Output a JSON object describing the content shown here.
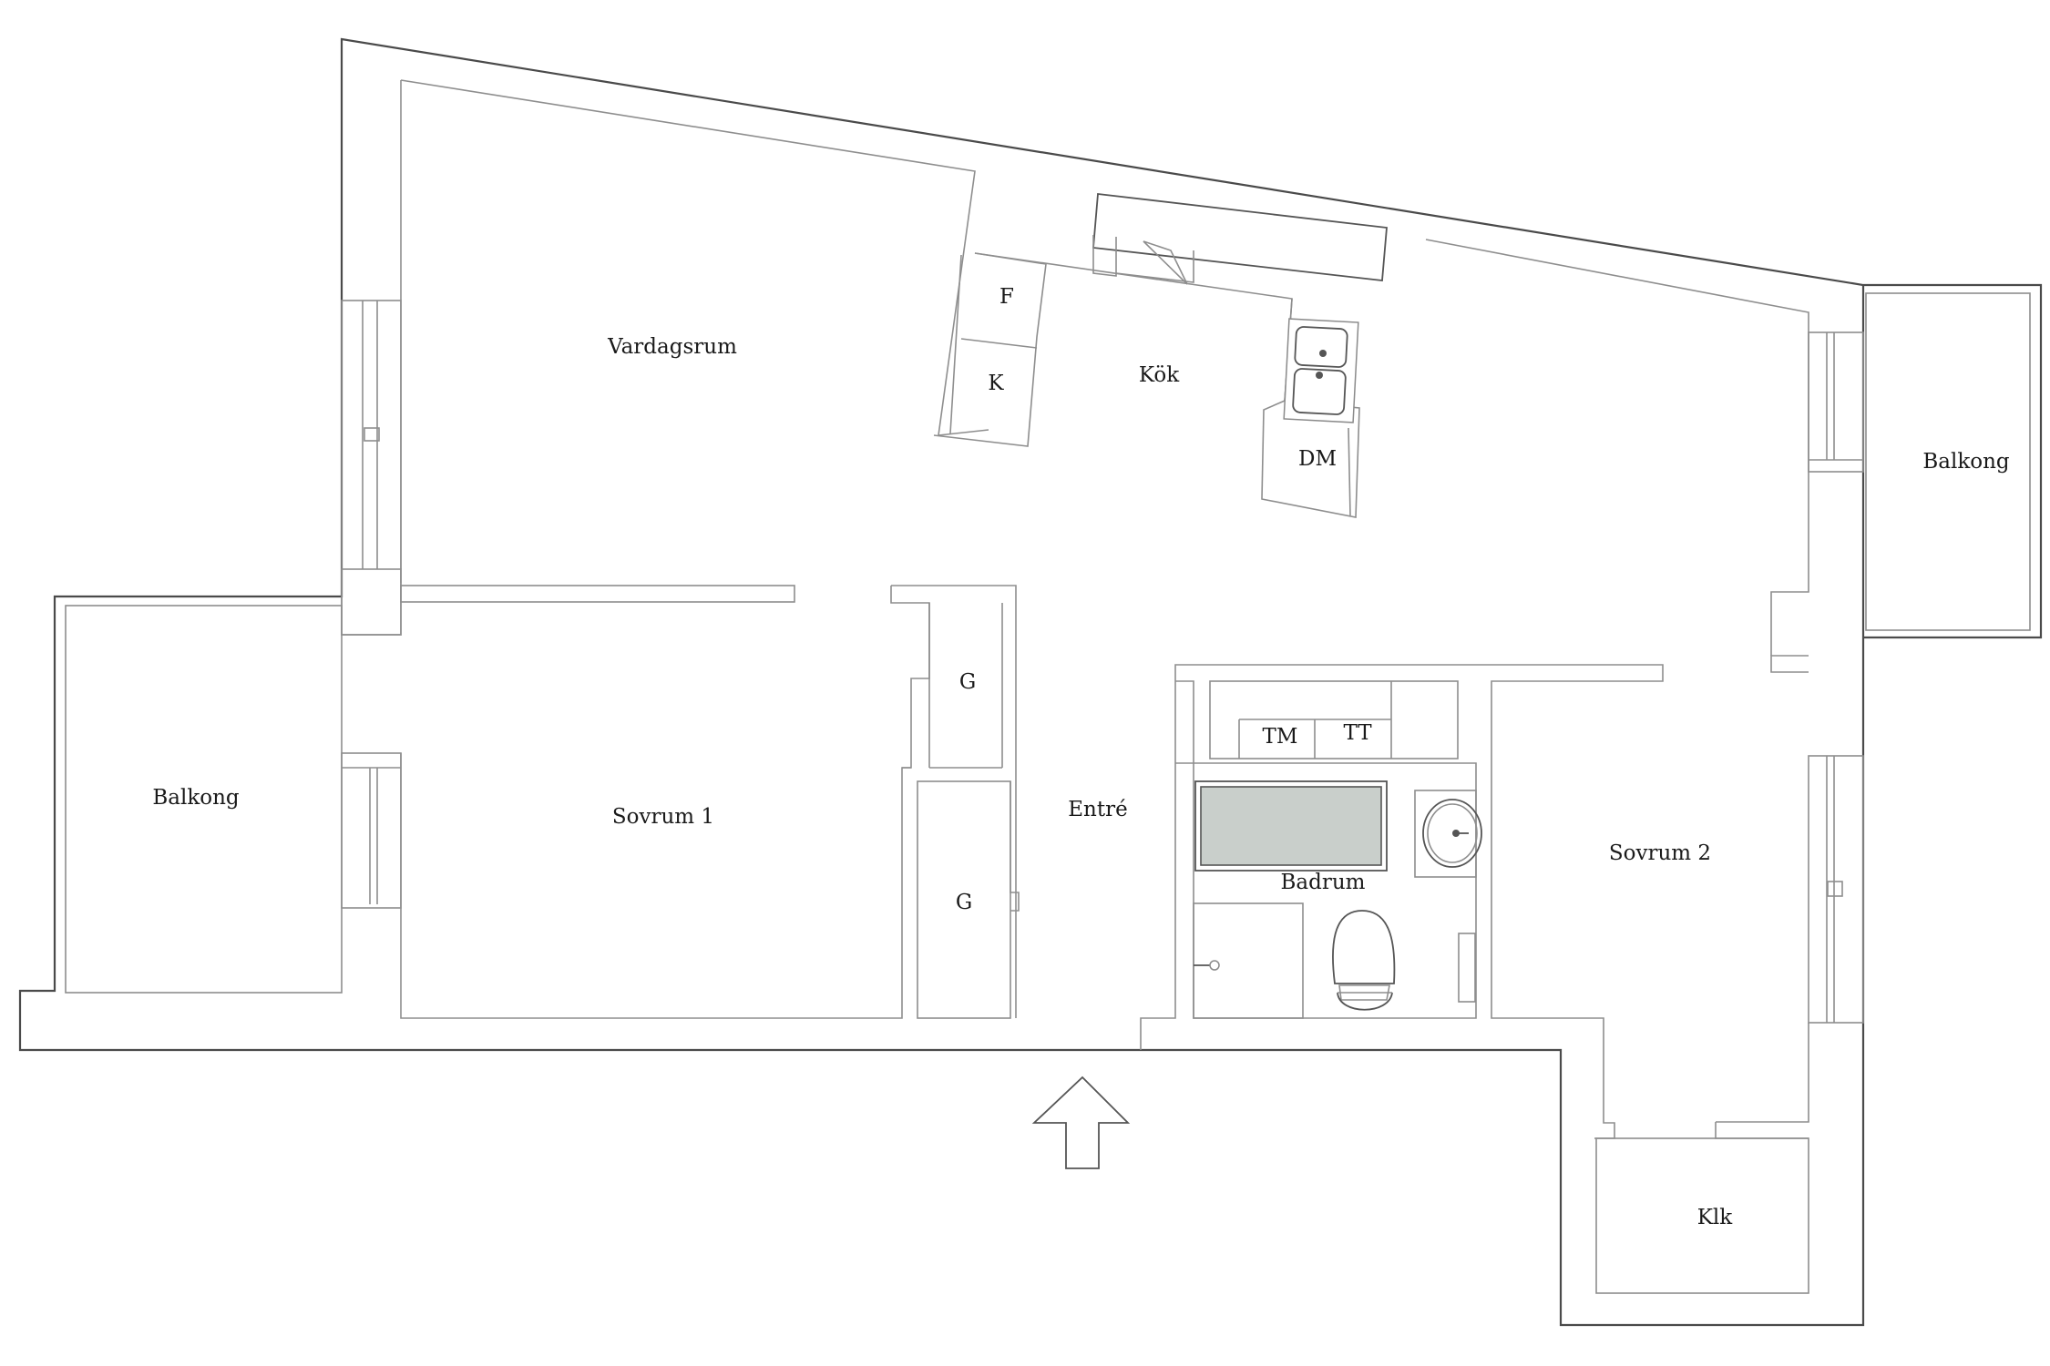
{
  "rooms": {
    "vardagsrum": "Vardagsrum",
    "kok": "Kök",
    "balkong_right": "Balkong",
    "balkong_left": "Balkong",
    "sovrum1": "Sovrum 1",
    "entre": "Entré",
    "badrum": "Badrum",
    "sovrum2": "Sovrum 2",
    "klk": "Klk"
  },
  "fixtures": {
    "fridge": "F",
    "freezer": "K",
    "dishwasher": "DM",
    "wardrobe_1": "G",
    "wardrobe_2": "G",
    "washer": "TM",
    "dryer": "TT"
  },
  "icons": {
    "entrance": "entrance-arrow-icon",
    "sink": "double-sink-icon",
    "washbasin": "washbasin-icon",
    "toilet": "toilet-icon",
    "bathtub": "bathtub-icon"
  }
}
